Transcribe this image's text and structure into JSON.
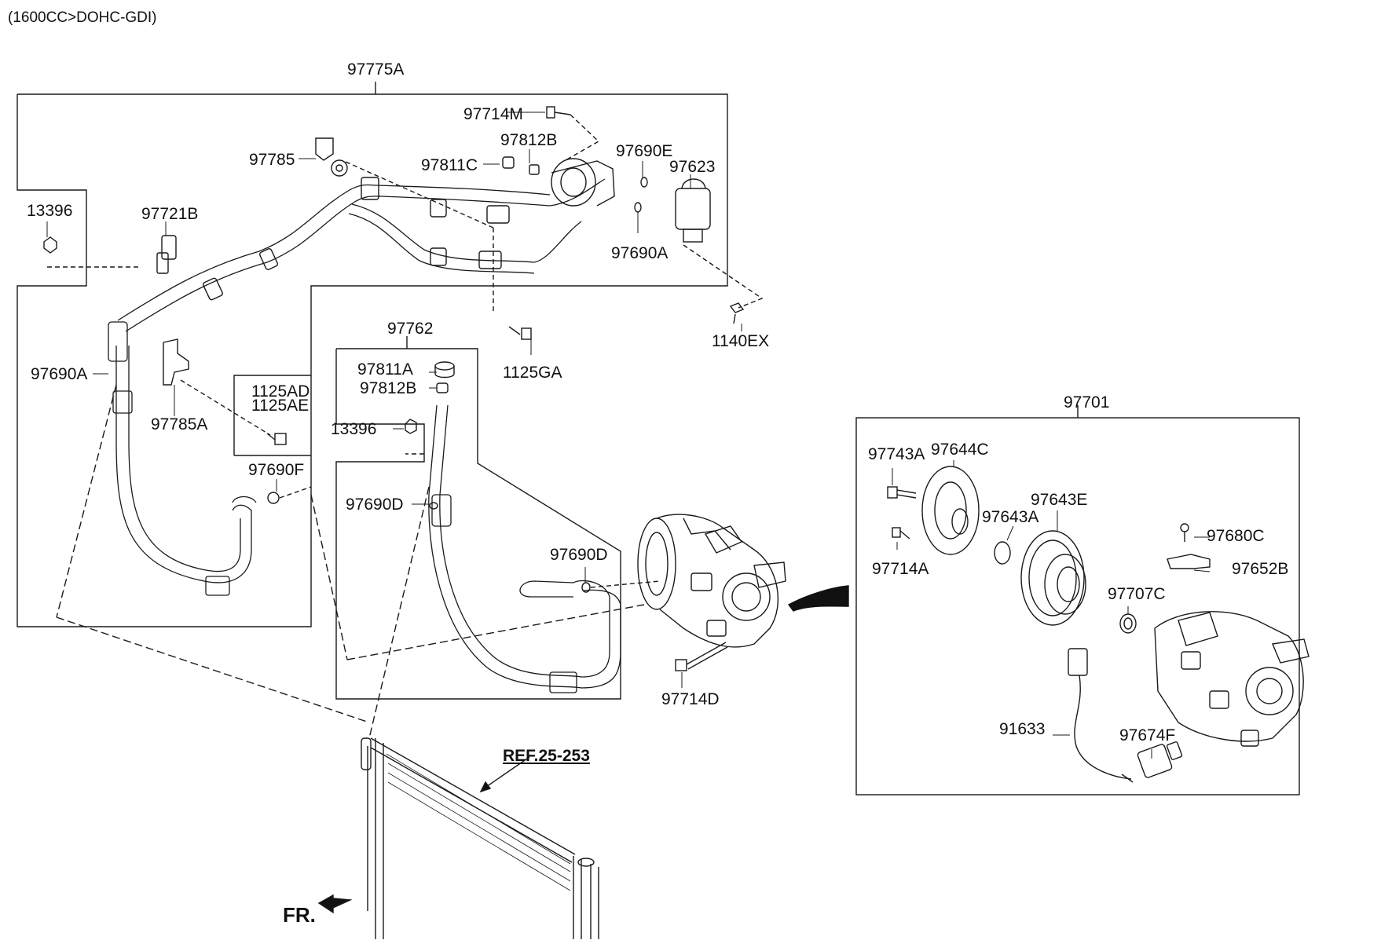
{
  "header": {
    "engine_note": "(1600CC>DOHC-GDI)"
  },
  "labels": {
    "l97775A": "97775A",
    "l97714M": "97714M",
    "l97812B_top": "97812B",
    "l97811C": "97811C",
    "l97690E": "97690E",
    "l97623": "97623",
    "l97785": "97785",
    "l13396_top": "13396",
    "l97721B": "97721B",
    "l97690A_right": "97690A",
    "l1140EX": "1140EX",
    "l1125GA": "1125GA",
    "l97690A_left": "97690A",
    "l97785A": "97785A",
    "l1125AD": "1125AD",
    "l1125AE": "1125AE",
    "l97690F": "97690F",
    "l97762": "97762",
    "l97811A": "97811A",
    "l97812B_mid": "97812B",
    "l13396_mid": "13396",
    "l97690D_left": "97690D",
    "l97690D_right": "97690D",
    "l97714D": "97714D",
    "l97701": "97701",
    "l97743A": "97743A",
    "l97644C": "97644C",
    "l97643E": "97643E",
    "l97643A": "97643A",
    "l97714A": "97714A",
    "l97680C": "97680C",
    "l97652B": "97652B",
    "l97707C": "97707C",
    "l91633": "91633",
    "l97674F": "97674F"
  },
  "reference": {
    "text": "REF.25-253"
  },
  "direction": {
    "text": "FR."
  },
  "colors": {
    "line": "#1a1a1a",
    "background": "#ffffff"
  }
}
